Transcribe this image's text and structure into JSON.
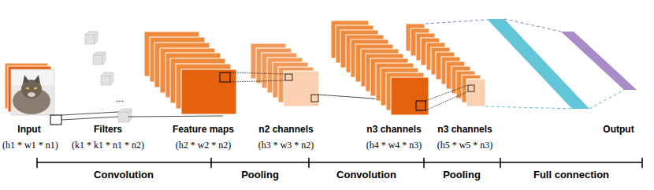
{
  "diagram": {
    "labels": [
      "Input",
      "(h1 * w1 * n1)",
      "Filters",
      "...",
      "(k1 * k1 * n1 * n2)",
      "Feature maps",
      "(h2 * w2 * n2)",
      "n2 channels",
      "(h3 * w3 * n2)",
      "n3 channels",
      "(h4 * w4 * n3)",
      "n3 channels",
      "(h5 * w5 * n3)",
      "Output",
      "Convolution",
      "Pooling",
      "Convolution",
      "Pooling",
      "Full connection"
    ]
  }
}
